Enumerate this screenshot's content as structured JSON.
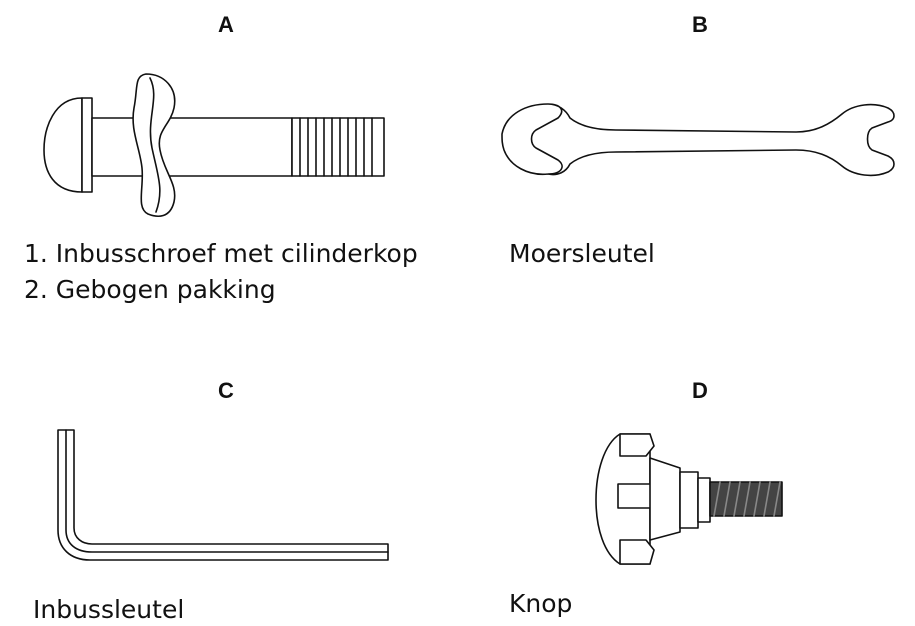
{
  "parts": [
    {
      "letter": "A",
      "captions": [
        "1. Inbusschroef met cilinderkop",
        "2. Gebogen pakking"
      ],
      "icon": "socket-cap-screw-with-curved-washer-icon"
    },
    {
      "letter": "B",
      "captions": [
        "Moersleutel"
      ],
      "icon": "open-end-wrench-icon"
    },
    {
      "letter": "C",
      "captions": [
        "Inbussleutel"
      ],
      "icon": "hex-key-icon"
    },
    {
      "letter": "D",
      "captions": [
        "Knop"
      ],
      "icon": "threaded-knob-icon"
    }
  ]
}
